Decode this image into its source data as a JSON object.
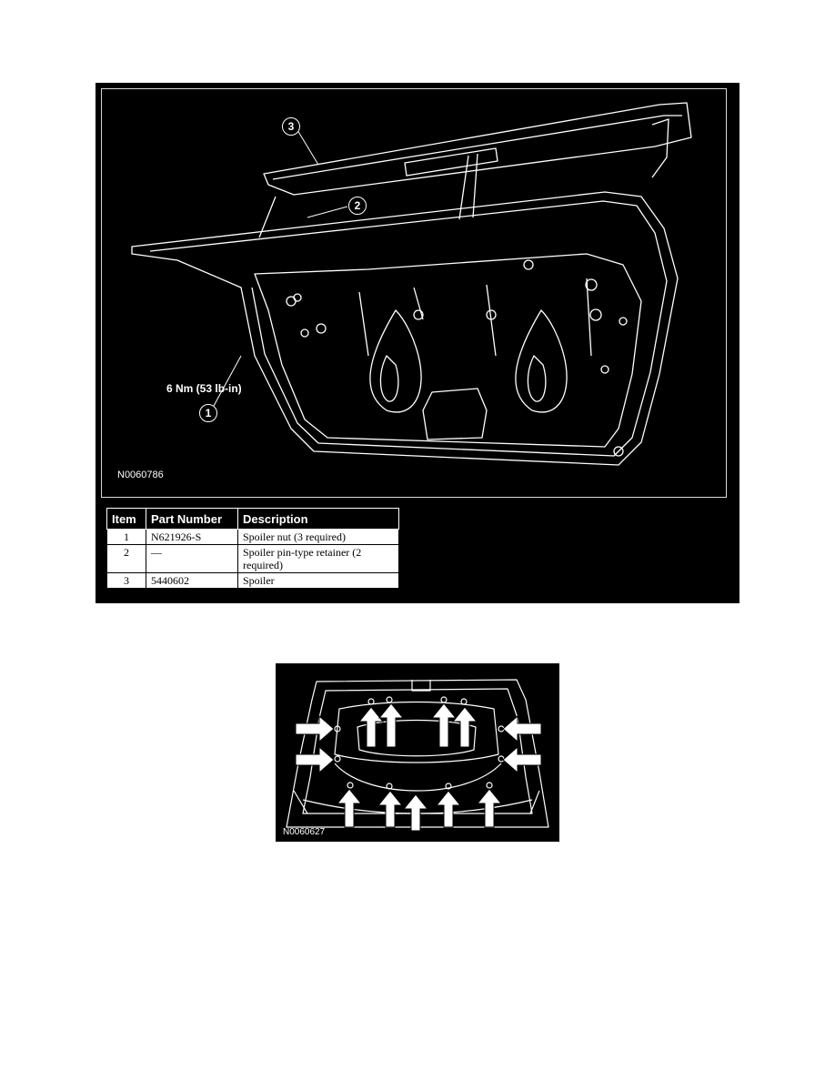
{
  "figure1": {
    "figure_id": "N0060786",
    "torque_label": "6 Nm (53 lb-in)",
    "callouts": [
      "1",
      "2",
      "3"
    ],
    "table": {
      "headers": [
        "Item",
        "Part Number",
        "Description"
      ],
      "rows": [
        {
          "item": "1",
          "part_number": "N621926-S",
          "description": "Spoiler nut (3 required)"
        },
        {
          "item": "2",
          "part_number": "—",
          "description": "Spoiler pin-type retainer (2 required)"
        },
        {
          "item": "3",
          "part_number": "5440602",
          "description": "Spoiler"
        }
      ]
    }
  },
  "figure2": {
    "figure_id": "N0060627"
  }
}
